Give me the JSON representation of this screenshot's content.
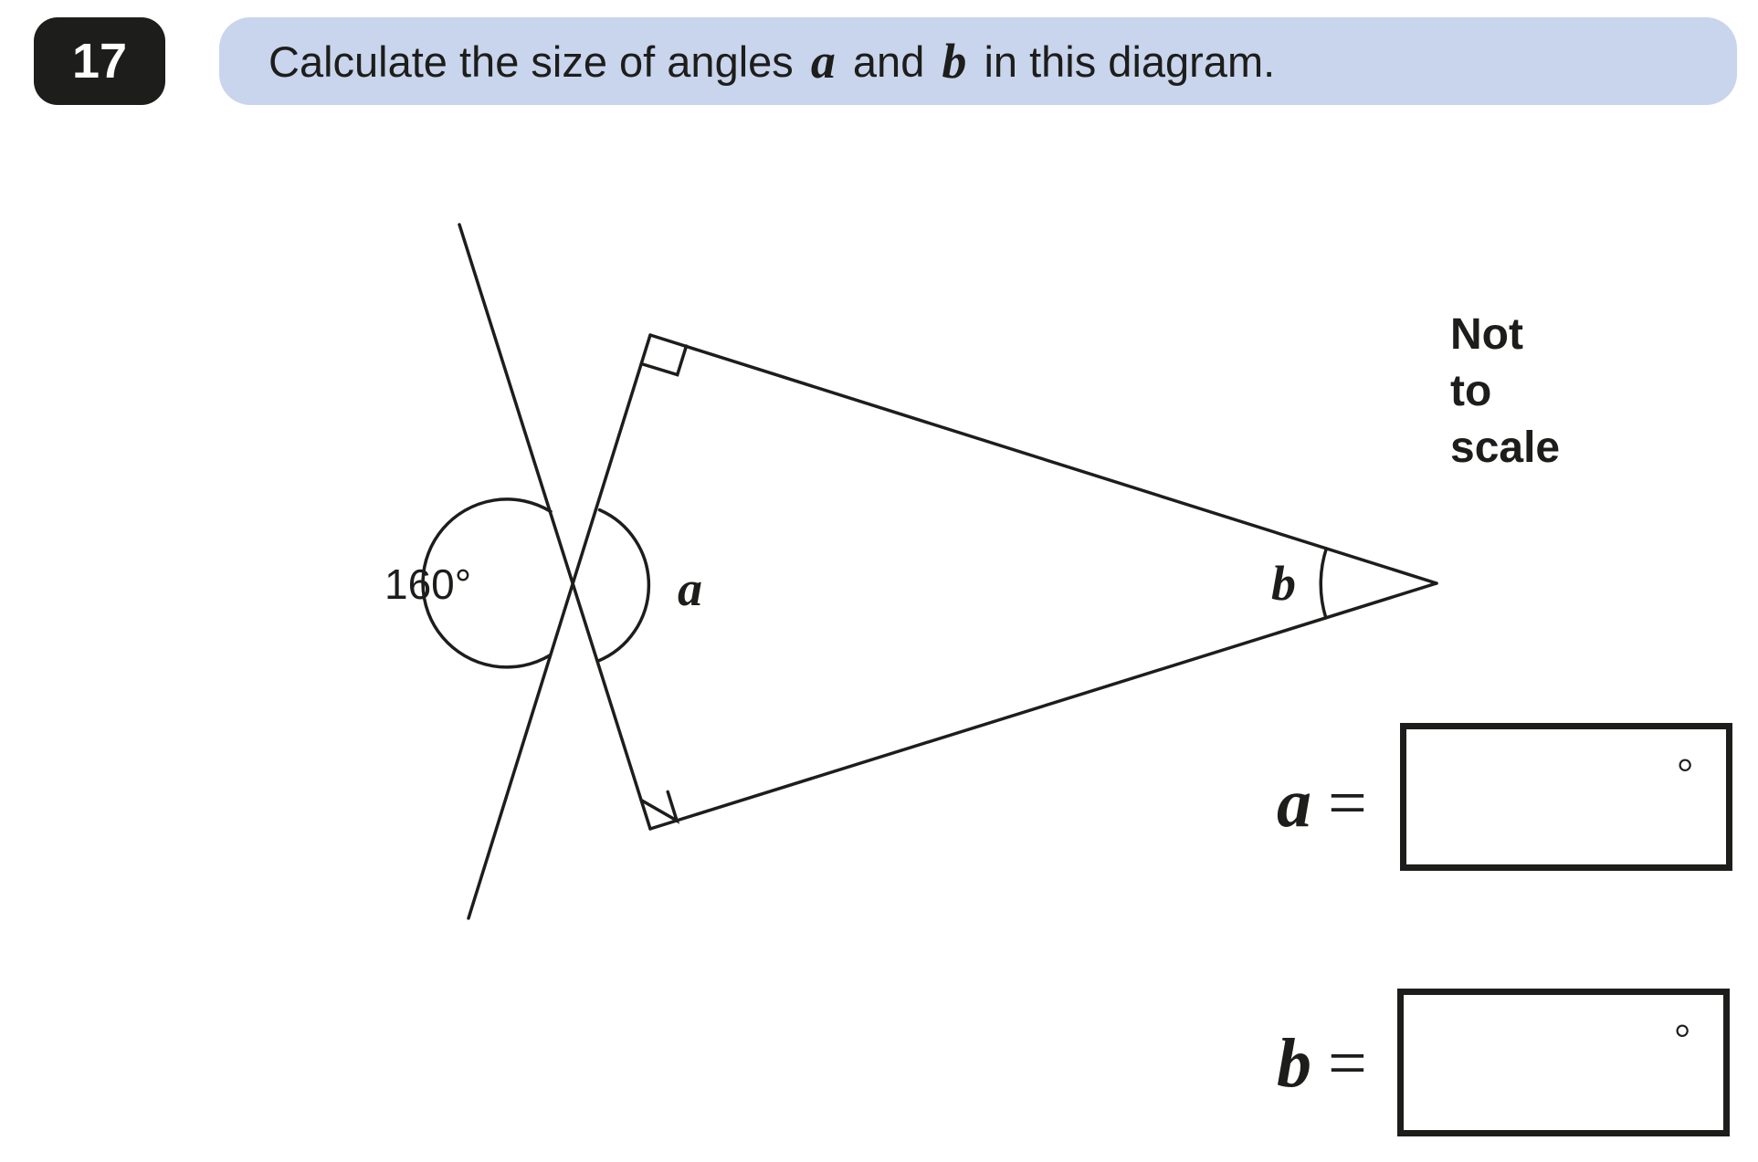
{
  "question": {
    "number": "17",
    "text_part1": "Calculate the size of angles ",
    "var_a": "a",
    "text_part2": " and ",
    "var_b": "b",
    "text_part3": " in this diagram."
  },
  "diagram": {
    "given_angle": "160°",
    "angle_label_a": "a",
    "angle_label_b": "b",
    "note_lines": [
      "Not",
      "to",
      "scale"
    ]
  },
  "answers": {
    "a": {
      "variable": "a",
      "equals": "=",
      "value": "",
      "unit": "°"
    },
    "b": {
      "variable": "b",
      "equals": "=",
      "value": "",
      "unit": "°"
    }
  },
  "colors": {
    "ink": "#1d1d1b",
    "question_bar": "#c8d5ec",
    "question_number_bg": "#1d1d1b"
  }
}
